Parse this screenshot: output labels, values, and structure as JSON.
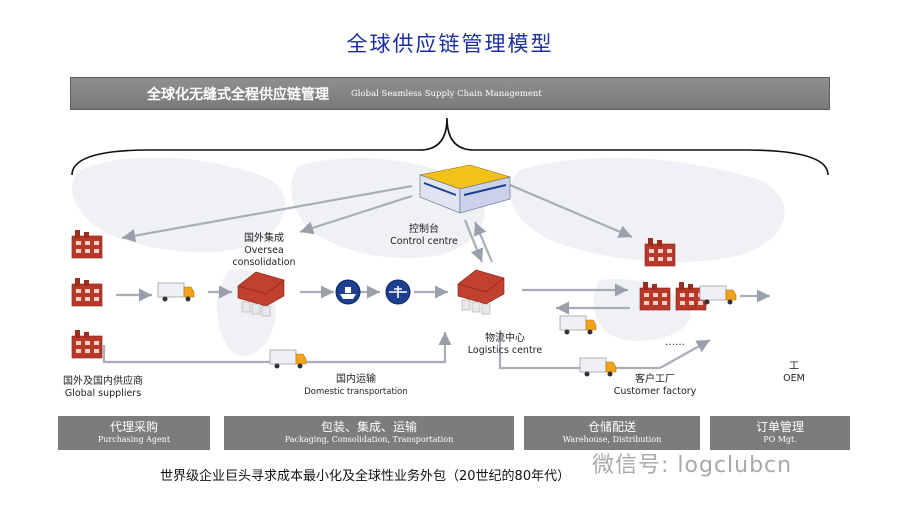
{
  "title": "全球供应链管理模型",
  "banner": {
    "cn": "全球化无缝式全程供应链管理",
    "en": "Global Seamless Supply Chain Management"
  },
  "nodes": {
    "control": {
      "cn": "控制台",
      "en": "Control centre"
    },
    "overseas": {
      "cn": "国外集成",
      "en1": "Oversea",
      "en2": "consolidation"
    },
    "logistics": {
      "cn": "物流中心",
      "en": "Logistics centre"
    },
    "suppliers": {
      "cn": "国外及国内供应商",
      "en": "Global suppliers"
    },
    "domestic": {
      "cn": "国内运输",
      "en": "Domestic transportation"
    },
    "customer": {
      "cn": "客户工厂",
      "en": "Customer factory"
    },
    "oem": {
      "cn": "工",
      "en": "OEM"
    },
    "ellipsis": "……"
  },
  "categories": [
    {
      "cn": "代理采购",
      "en": "Purchasing Agent"
    },
    {
      "cn": "包装、集成、运输",
      "en": "Packaging, Consolidation, Transportation"
    },
    {
      "cn": "仓储配送",
      "en": "Warehouse, Distribution"
    },
    {
      "cn": "订单管理",
      "en": "PO Mgt."
    }
  ],
  "caption": "世界级企业巨头寻求成本最小化及全球性业务外包（20世纪的80年代）",
  "watermark": "微信号: logclubcn",
  "colors": {
    "title": "#1b2fa0",
    "banner": "#808080",
    "category": "#7c7c7c",
    "building": "#b8382a",
    "arrow": "#a8adb8",
    "port": "#1d3f8f"
  }
}
